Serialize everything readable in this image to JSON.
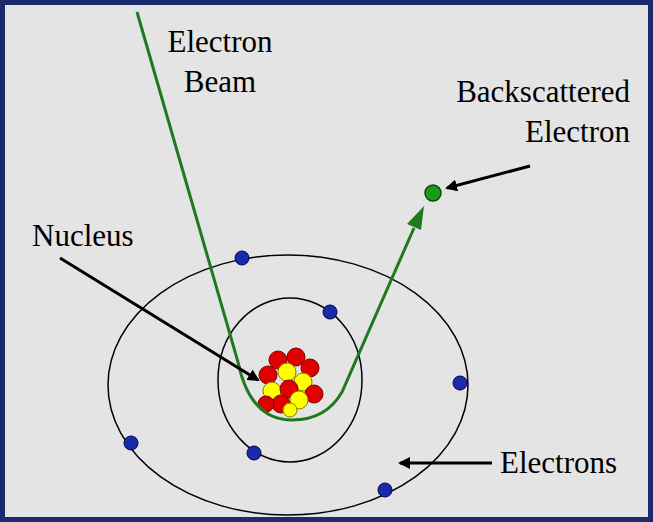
{
  "diagram": {
    "labels": [
      "Electron Beam",
      "Backscattered Electron",
      "Nucleus",
      "Electrons"
    ]
  }
}
